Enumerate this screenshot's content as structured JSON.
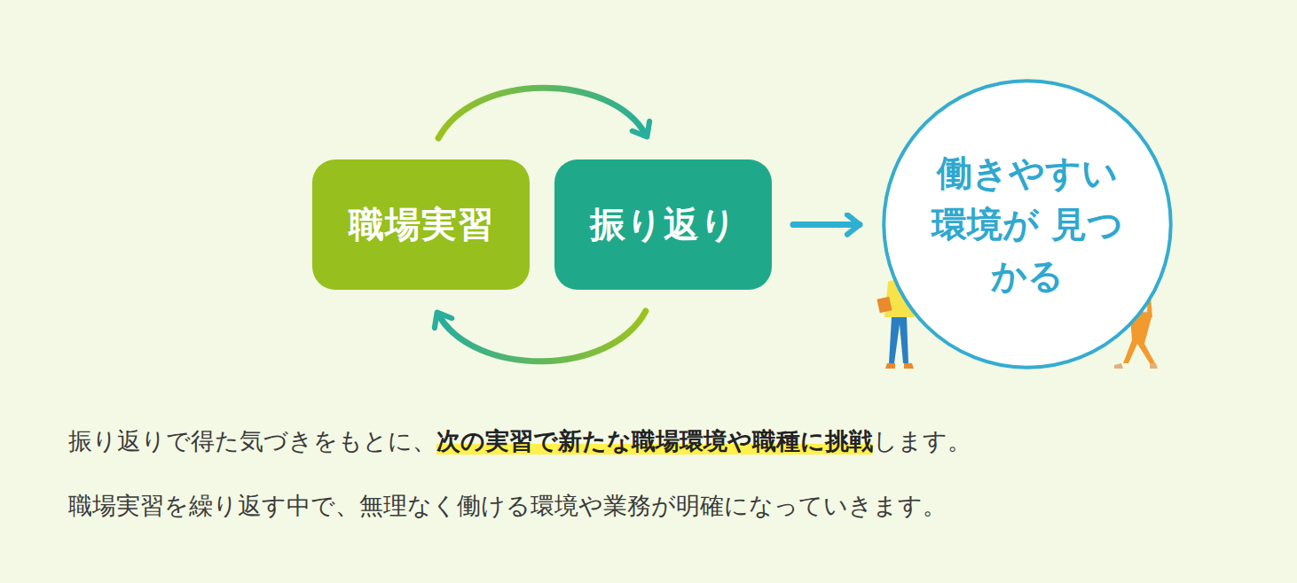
{
  "diagram": {
    "nodes": [
      {
        "text": [
          "職場実習"
        ]
      },
      {
        "text": [
          "振り返り"
        ]
      },
      {
        "text": [
          "働きやすい 環境が 見つかる"
        ]
      }
    ],
    "edges": [
      {
        "from": 0,
        "to": 1,
        "arrow": "to"
      },
      {
        "from": 1,
        "to": 0,
        "arrow": "to"
      },
      {
        "from": 1,
        "to": 2,
        "arrow": "to"
      }
    ],
    "labels": [
      "振り返りで得た気づきをもとに、",
      "次の実習で新たな職場環境や職種に挑戦",
      "します。",
      "職場実習を繰り返す中で、無理なく働ける環境や業務が明確になっていきます。"
    ]
  }
}
